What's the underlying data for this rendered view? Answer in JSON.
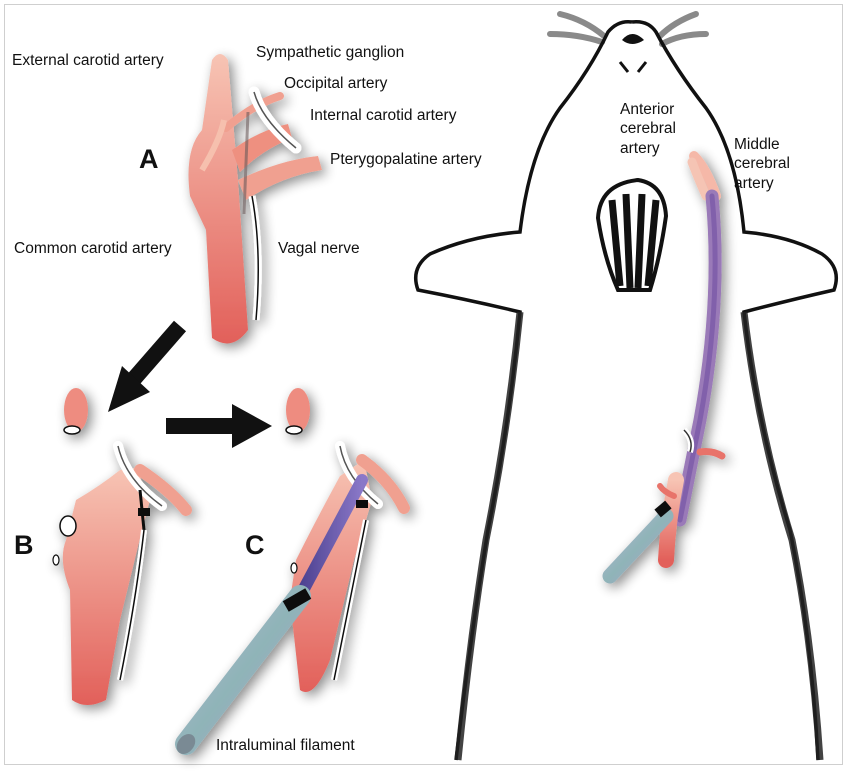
{
  "panels": {
    "a": "A",
    "b": "B",
    "c": "C"
  },
  "labels": {
    "external_carotid": "External carotid artery",
    "sympathetic_ganglion": "Sympathetic ganglion",
    "occipital": "Occipital artery",
    "internal_carotid": "Internal carotid artery",
    "pterygopalatine": "Pterygopalatine artery",
    "common_carotid": "Common carotid artery",
    "vagal_nerve": "Vagal nerve",
    "anterior_cerebral": "Anterior cerebral artery",
    "middle_cerebral": "Middle cerebral artery",
    "filament": "Intraluminal filament"
  },
  "colors": {
    "artery": "#e8736a",
    "artery_light": "#f5c0b0",
    "filament": "#5a4a9a",
    "filament_tube": "#9aa8b8",
    "outline": "#111111",
    "whiskers": "#8a8a8a"
  }
}
